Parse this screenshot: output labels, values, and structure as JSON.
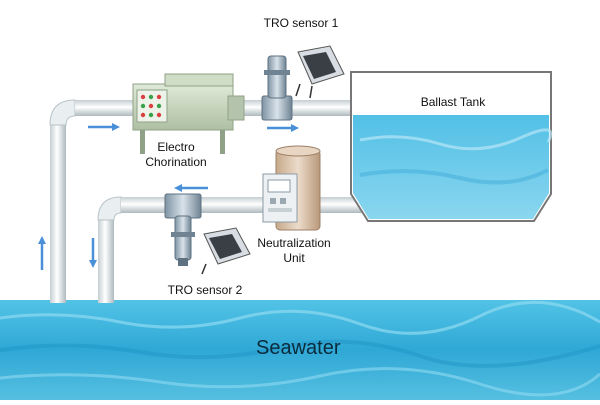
{
  "labels": {
    "tro_sensor_1": "TRO sensor 1",
    "ballast_tank": "Ballast Tank",
    "electro_chlorination": "Electro\nChorination",
    "neutralization_unit": "Neutralization\nUnit",
    "tro_sensor_2": "TRO sensor 2",
    "seawater": "Seawater"
  },
  "colors": {
    "pipe_light": "#f4f7f8",
    "pipe_shadow": "#b9c3c8",
    "arrow": "#4a90d9",
    "water": "#4bbbe0",
    "tank_outline": "#777777",
    "unit_green": "#c9d8c0",
    "neutral_tan": "#d9c2a5"
  }
}
